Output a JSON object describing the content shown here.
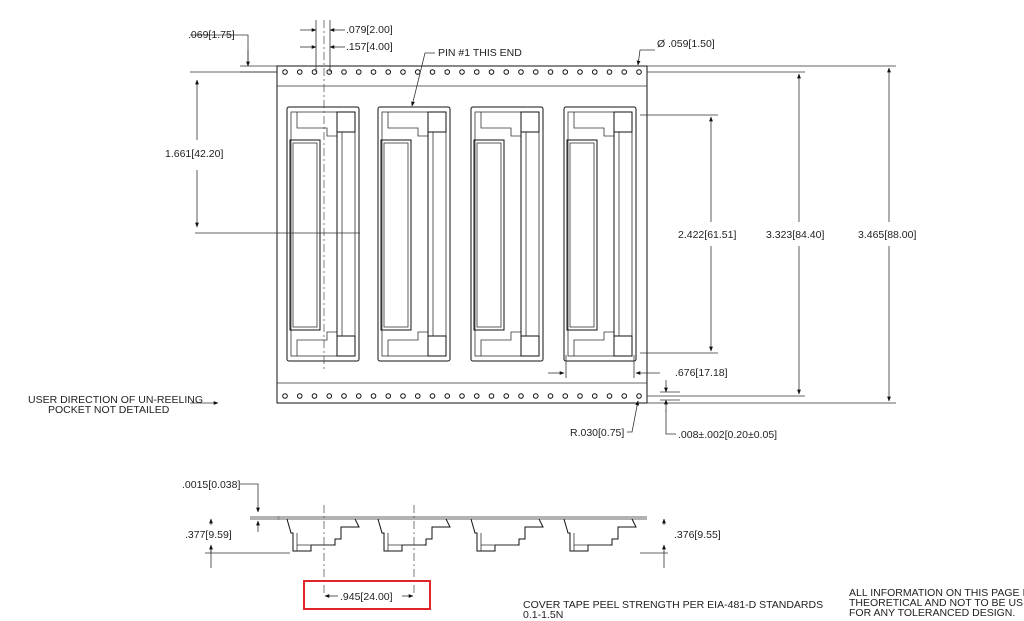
{
  "dimensions": {
    "hole_offset": ".069[1.75]",
    "hole_pitch_a": ".079[2.00]",
    "hole_pitch_b": ".157[4.00]",
    "pin1": "PIN #1 THIS END",
    "hole_dia_symbol": "Ø",
    "hole_dia": ".059[1.50]",
    "pocket_edge": "1.661[42.20]",
    "pocket_length": "2.422[61.51]",
    "tape_inner": "3.323[84.40]",
    "tape_width": "3.465[88.00]",
    "pocket_width": ".676[17.18]",
    "corner_radius": "R.030[0.75]",
    "tape_thickness": ".008±.002[0.20±0.05]",
    "cover_thickness": ".0015[0.038]",
    "pocket_depth_left": ".377[9.59]",
    "pocket_depth_right": ".376[9.55]",
    "pocket_pitch": ".945[24.00]"
  },
  "notes": {
    "unreeling_line1": "USER DIRECTION OF UN-REELING",
    "unreeling_line2": "POCKET NOT DETAILED",
    "peel_line1": "COVER TAPE PEEL STRENGTH PER EIA-481-D STANDARDS",
    "peel_line2": "0.1-1.5N",
    "info_line1": "ALL INFORMATION ON THIS PAGE IS",
    "info_line2": "THEORETICAL AND NOT TO BE USED",
    "info_line3": "FOR ANY TOLERANCED DESIGN."
  },
  "colors": {
    "highlight": "#e0262b",
    "line": "#111111"
  }
}
